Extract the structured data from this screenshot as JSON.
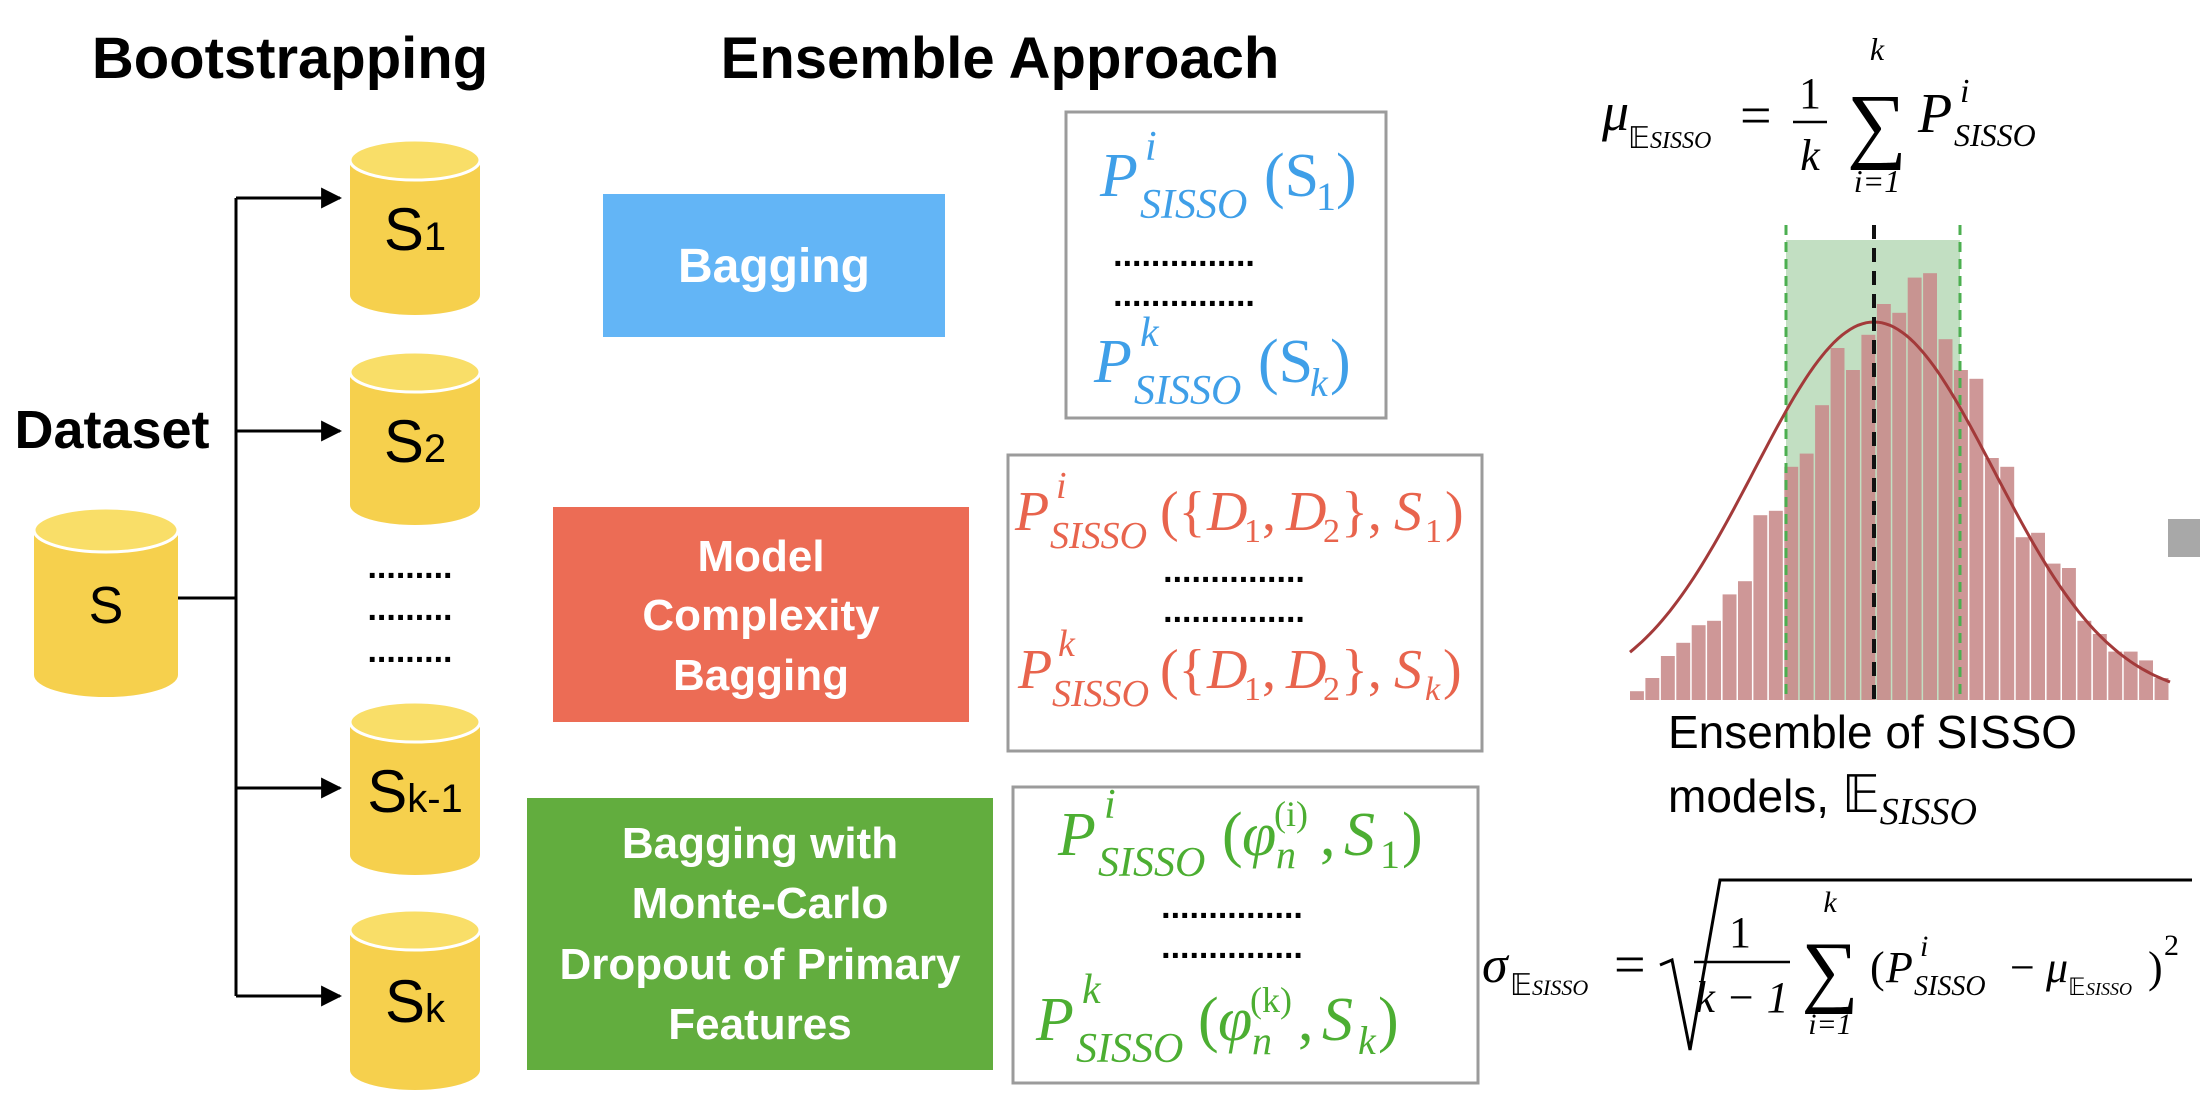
{
  "headings": {
    "bootstrapping": "Bootstrapping",
    "ensemble": "Ensemble Approach",
    "dataset": "Dataset"
  },
  "dataset_cylinder": {
    "label": "S"
  },
  "subsets": [
    {
      "main": "S",
      "sub": "1"
    },
    {
      "main": "S",
      "sub": "2"
    },
    {
      "main": "S",
      "sub": "k-1"
    },
    {
      "main": "S",
      "sub": "k"
    }
  ],
  "subset_dots": ".........",
  "methods": [
    {
      "lines": [
        "Bagging"
      ],
      "color": "#63b5f6"
    },
    {
      "lines": [
        "Model",
        "Complexity",
        "Bagging"
      ],
      "color": "#ec6c55"
    },
    {
      "lines": [
        "Bagging with",
        "Monte-Carlo",
        "Dropout of Primary",
        "Features"
      ],
      "color": "#62ad3e"
    }
  ],
  "formula_boxes": {
    "dots": "...............",
    "bagging": {
      "color": "#3f9fe8",
      "first_arg": "(S",
      "first_sub": "1",
      "last_arg": "(S",
      "last_sub": "k"
    },
    "complexity": {
      "color": "#e8644d",
      "first_arg": "({D",
      "mid1": ", D",
      "mid2": "}, S",
      "first_sub": "1",
      "last_sub": "k"
    },
    "dropout": {
      "color": "#4cae32",
      "phi": "φ",
      "n": "n",
      "i_sup": "(i)",
      "k_sup": "(k)",
      "first_sub": "1",
      "last_sub": "k"
    }
  },
  "math": {
    "P": "P",
    "sisso": "SISSO",
    "i": "i",
    "k": "k",
    "mu": "μ",
    "sigma": "σ",
    "E": "𝔼",
    "E_sub": "SISSO",
    "one": "1",
    "sum": "∑",
    "i_eq_1": "i=1",
    "k_minus_1": "k − 1",
    "minus": "−",
    "eq": "=",
    "sq": "2"
  },
  "histogram_caption": {
    "line1": "Ensemble of SISSO",
    "line2": "models, "
  },
  "chart_data": {
    "type": "bar",
    "title": "",
    "values": [
      0.02,
      0.05,
      0.1,
      0.13,
      0.17,
      0.18,
      0.24,
      0.27,
      0.42,
      0.43,
      0.53,
      0.56,
      0.67,
      0.8,
      0.75,
      0.83,
      0.9,
      0.88,
      0.96,
      0.97,
      0.82,
      0.75,
      0.73,
      0.55,
      0.53,
      0.37,
      0.38,
      0.31,
      0.3,
      0.18,
      0.15,
      0.11,
      0.11,
      0.09,
      0.05
    ],
    "colors": {
      "bars": "#c98c8c",
      "curve": "#a33a3a",
      "band": "#8fc58f",
      "band_edge": "#4caf50",
      "mean_line": "#111111"
    }
  }
}
